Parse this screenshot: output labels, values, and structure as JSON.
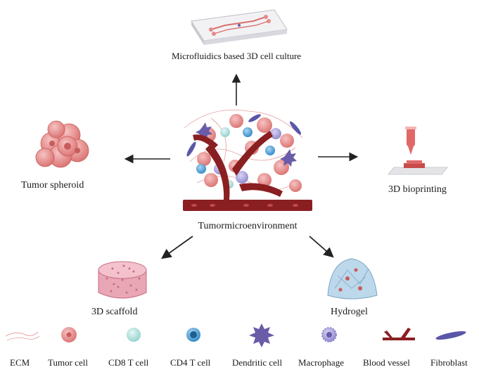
{
  "center_label": "Tumormicroenvironment",
  "models": {
    "microfluidics": "Microfluidics based 3D cell culture",
    "spheroid": "Tumor spheroid",
    "bioprinting": "3D bioprinting",
    "scaffold": "3D scaffold",
    "hydrogel": "Hydrogel"
  },
  "legend": [
    {
      "key": "ecm",
      "label": "ECM"
    },
    {
      "key": "tumor-cell",
      "label": "Tumor cell"
    },
    {
      "key": "cd8",
      "label": "CD8 T cell"
    },
    {
      "key": "cd4",
      "label": "CD4 T cell"
    },
    {
      "key": "dendritic",
      "label": "Dendritic cell"
    },
    {
      "key": "macrophage",
      "label": "Macrophage"
    },
    {
      "key": "vessel",
      "label": "Blood vessel"
    },
    {
      "key": "fibroblast",
      "label": "Fibroblast"
    }
  ],
  "colors": {
    "tumor": "#e88a8a",
    "tumor_dark": "#c85c5c",
    "cd8": "#a8dcd9",
    "cd4": "#4a9fd6",
    "dendritic": "#6a5ca8",
    "macrophage": "#a9a3dc",
    "vessel": "#8a1f22",
    "fibroblast": "#5a56a8",
    "arrow": "#222222"
  }
}
